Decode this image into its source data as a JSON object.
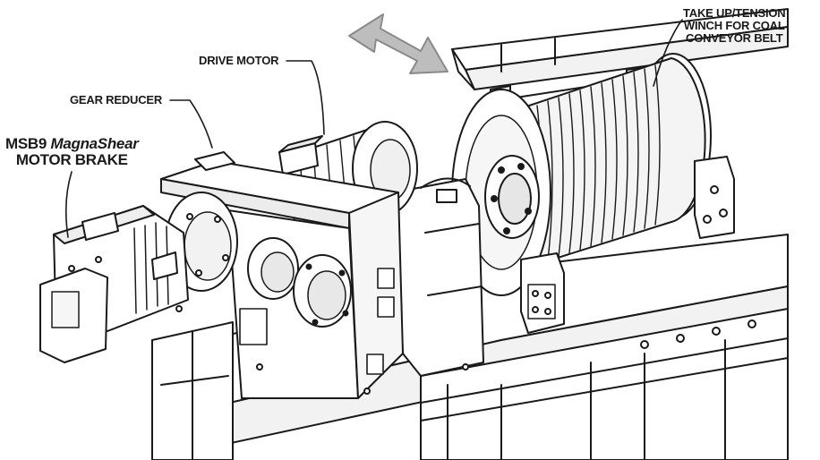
{
  "labels": {
    "tension_winch": [
      "TAKE UP/TENSION",
      "WINCH FOR COAL",
      "CONVEYOR BELT"
    ],
    "drive_motor": "DRIVE MOTOR",
    "gear_reducer": "GEAR REDUCER",
    "motor_brake": {
      "prefix": "MSB9 ",
      "product": "MagnaShear",
      "line2": "MOTOR BRAKE"
    }
  },
  "colors": {
    "ink": "#1a1a1a",
    "fill": "#ffffff",
    "shade": "#d9d9d9",
    "arrow": "#9a9a9a"
  },
  "icons": {
    "direction_arrow": "double-headed-arrow-icon"
  }
}
